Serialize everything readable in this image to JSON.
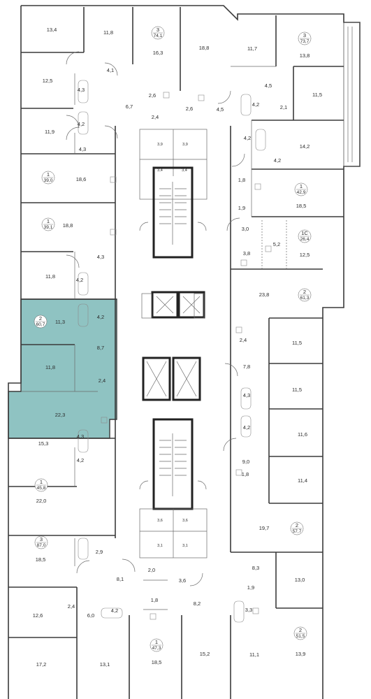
{
  "highlight_color": "#8fc3c2",
  "rooms": [
    {
      "name": "room-13-4",
      "text": "13,4"
    },
    {
      "name": "room-11-8-top",
      "text": "11,8"
    },
    {
      "name": "room-16-3",
      "text": "16,3"
    },
    {
      "name": "room-18-8-top",
      "text": "18,8"
    },
    {
      "name": "room-11-7",
      "text": "11,7"
    },
    {
      "name": "room-13-8",
      "text": "13,8"
    },
    {
      "name": "room-12-5",
      "text": "12,5"
    },
    {
      "name": "room-4-1",
      "text": "4,1"
    },
    {
      "name": "room-4-3-a",
      "text": "4,3"
    },
    {
      "name": "room-6-7",
      "text": "6,7"
    },
    {
      "name": "room-2-6-a",
      "text": "2,6"
    },
    {
      "name": "room-2-6-b",
      "text": "2,6"
    },
    {
      "name": "room-2-4-a",
      "text": "2,4"
    },
    {
      "name": "room-4-5-a",
      "text": "4,5"
    },
    {
      "name": "room-4-5-b",
      "text": "4,5"
    },
    {
      "name": "room-4-2-a",
      "text": "4,2"
    },
    {
      "name": "room-2-1",
      "text": "2,1"
    },
    {
      "name": "room-11-5-a",
      "text": "11,5"
    },
    {
      "name": "room-4-2-b",
      "text": "4,2"
    },
    {
      "name": "room-11-9",
      "text": "11,9"
    },
    {
      "name": "room-4-3-b",
      "text": "4,3"
    },
    {
      "name": "room-3-9-a",
      "text": "3,9"
    },
    {
      "name": "room-3-9-b",
      "text": "3,9"
    },
    {
      "name": "room-4-2-c",
      "text": "4,2"
    },
    {
      "name": "room-14-2",
      "text": "14,2"
    },
    {
      "name": "room-4-2-d",
      "text": "4,2"
    },
    {
      "name": "room-3-4-a",
      "text": "3,4"
    },
    {
      "name": "room-3-4-b",
      "text": "3,4"
    },
    {
      "name": "room-18-6",
      "text": "18,6"
    },
    {
      "name": "room-1-8-a",
      "text": "1,8"
    },
    {
      "name": "room-18-5-a",
      "text": "18,5"
    },
    {
      "name": "room-1-9-a",
      "text": "1,9"
    },
    {
      "name": "room-18-8-b",
      "text": "18,8"
    },
    {
      "name": "room-3-0",
      "text": "3,0"
    },
    {
      "name": "room-5-2",
      "text": "5,2"
    },
    {
      "name": "room-12-5-b",
      "text": "12,5"
    },
    {
      "name": "room-3-8",
      "text": "3,8"
    },
    {
      "name": "room-4-3-c",
      "text": "4,3"
    },
    {
      "name": "room-11-8-b",
      "text": "11,8"
    },
    {
      "name": "room-4-2-e",
      "text": "4,2"
    },
    {
      "name": "room-23-8",
      "text": "23,8"
    },
    {
      "name": "room-11-3",
      "text": "11,3"
    },
    {
      "name": "room-4-2-f",
      "text": "4,2"
    },
    {
      "name": "room-2-4-b",
      "text": "2,4"
    },
    {
      "name": "room-11-5-b",
      "text": "11,5"
    },
    {
      "name": "room-8-7",
      "text": "8,7"
    },
    {
      "name": "room-11-8-c",
      "text": "11,8"
    },
    {
      "name": "room-7-8",
      "text": "7,8"
    },
    {
      "name": "room-2-4-c",
      "text": "2,4"
    },
    {
      "name": "room-11-5-c",
      "text": "11,5"
    },
    {
      "name": "room-4-3-d",
      "text": "4,3"
    },
    {
      "name": "room-22-3",
      "text": "22,3"
    },
    {
      "name": "room-4-2-g",
      "text": "4,2"
    },
    {
      "name": "room-11-6",
      "text": "11,6"
    },
    {
      "name": "room-15-3",
      "text": "15,3"
    },
    {
      "name": "room-4-3-e",
      "text": "4,3"
    },
    {
      "name": "room-9-0",
      "text": "9,0"
    },
    {
      "name": "room-11-4",
      "text": "11,4"
    },
    {
      "name": "room-4-2-h",
      "text": "4,2"
    },
    {
      "name": "room-1-8-b",
      "text": "1,8"
    },
    {
      "name": "room-22-0",
      "text": "22,0"
    },
    {
      "name": "room-3-6-a",
      "text": "3,6"
    },
    {
      "name": "room-3-6-b",
      "text": "3,6"
    },
    {
      "name": "room-19-7",
      "text": "19,7"
    },
    {
      "name": "room-3-1-a",
      "text": "3,1"
    },
    {
      "name": "room-3-1-b",
      "text": "3,1"
    },
    {
      "name": "room-18-5-b",
      "text": "18,5"
    },
    {
      "name": "room-2-9",
      "text": "2,9"
    },
    {
      "name": "room-8-3",
      "text": "8,3"
    },
    {
      "name": "room-8-1",
      "text": "8,1"
    },
    {
      "name": "room-2-0",
      "text": "2,0"
    },
    {
      "name": "room-13-0",
      "text": "13,0"
    },
    {
      "name": "room-3-6-c",
      "text": "3,6"
    },
    {
      "name": "room-1-9-b",
      "text": "1,9"
    },
    {
      "name": "room-12-6",
      "text": "12,6"
    },
    {
      "name": "room-2-4-d",
      "text": "2,4"
    },
    {
      "name": "room-1-8-c",
      "text": "1,8"
    },
    {
      "name": "room-8-2",
      "text": "8,2"
    },
    {
      "name": "room-3-3",
      "text": "3,3"
    },
    {
      "name": "room-6-0",
      "text": "6,0"
    },
    {
      "name": "room-4-2-i",
      "text": "4,2"
    },
    {
      "name": "room-17-2",
      "text": "17,2"
    },
    {
      "name": "room-13-1",
      "text": "13,1"
    },
    {
      "name": "room-18-5-c",
      "text": "18,5"
    },
    {
      "name": "room-15-2",
      "text": "15,2"
    },
    {
      "name": "room-11-1",
      "text": "11,1"
    },
    {
      "name": "room-13-9",
      "text": "13,9"
    }
  ],
  "apartments": [
    {
      "name": "apt-3-74-1",
      "rooms": "3",
      "area": "74,1"
    },
    {
      "name": "apt-3-73-7",
      "rooms": "3",
      "area": "73,7"
    },
    {
      "name": "apt-1-39-0",
      "rooms": "1",
      "area": "39,0"
    },
    {
      "name": "apt-1-42-9",
      "rooms": "1",
      "area": "42,9"
    },
    {
      "name": "apt-1-39-1",
      "rooms": "1",
      "area": "39,1"
    },
    {
      "name": "apt-1c-26-4",
      "rooms": "1С",
      "area": "26,4"
    },
    {
      "name": "apt-2-61-3",
      "rooms": "2",
      "area": "61,3"
    },
    {
      "name": "apt-2-60-7",
      "rooms": "2",
      "area": "60,7"
    },
    {
      "name": "apt-1-45-8",
      "rooms": "1",
      "area": "45,8"
    },
    {
      "name": "apt-2-57-7",
      "rooms": "2",
      "area": "57,7"
    },
    {
      "name": "apt-3-87-0",
      "rooms": "3",
      "area": "87,0"
    },
    {
      "name": "apt-1-47-3",
      "rooms": "1",
      "area": "47,3"
    },
    {
      "name": "apt-2-51-5",
      "rooms": "2",
      "area": "51,5"
    }
  ]
}
